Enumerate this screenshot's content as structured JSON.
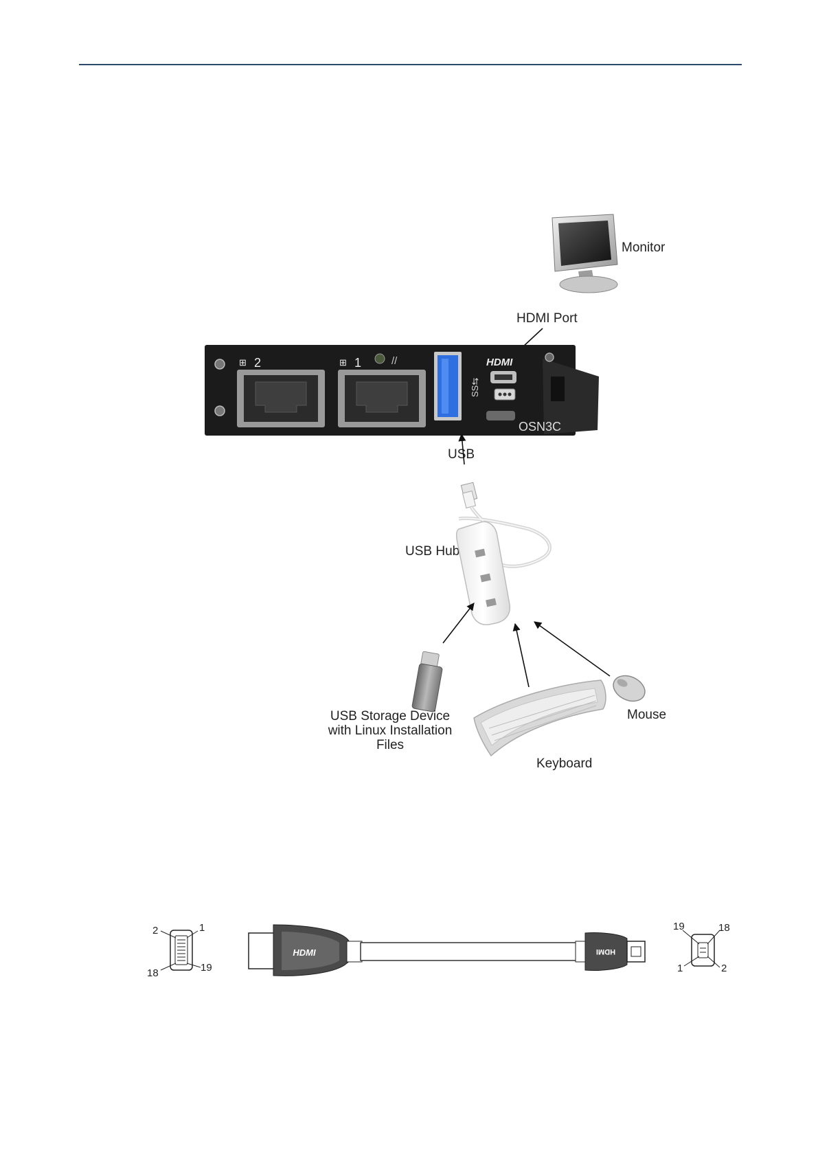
{
  "diagram": {
    "labels": {
      "monitor": "Monitor",
      "hdmi_port": "HDMI Port",
      "usb": "USB",
      "usb_hub": "USB Hub",
      "usb_storage_line1": "USB Storage Device",
      "usb_storage_line2": "with Linux Installation",
      "usb_storage_line3": "Files",
      "keyboard": "Keyboard",
      "mouse": "Mouse"
    },
    "panel": {
      "port2": "2",
      "port1": "1",
      "hdmi_logo": "HDMI",
      "model": "OSN3C"
    }
  },
  "cable": {
    "left_pins": {
      "top_left": "2",
      "top_right": "1",
      "bottom_left": "18",
      "bottom_right": "19"
    },
    "right_pins": {
      "top_left": "19",
      "top_right": "18",
      "bottom_left": "1",
      "bottom_right": "2"
    },
    "connector_logo_left": "HDMI",
    "connector_logo_right": "HDMI"
  },
  "colors": {
    "rule": "#2e4a6b",
    "usb_blue": "#2f6fe0",
    "panel": "#1a1a1a"
  }
}
